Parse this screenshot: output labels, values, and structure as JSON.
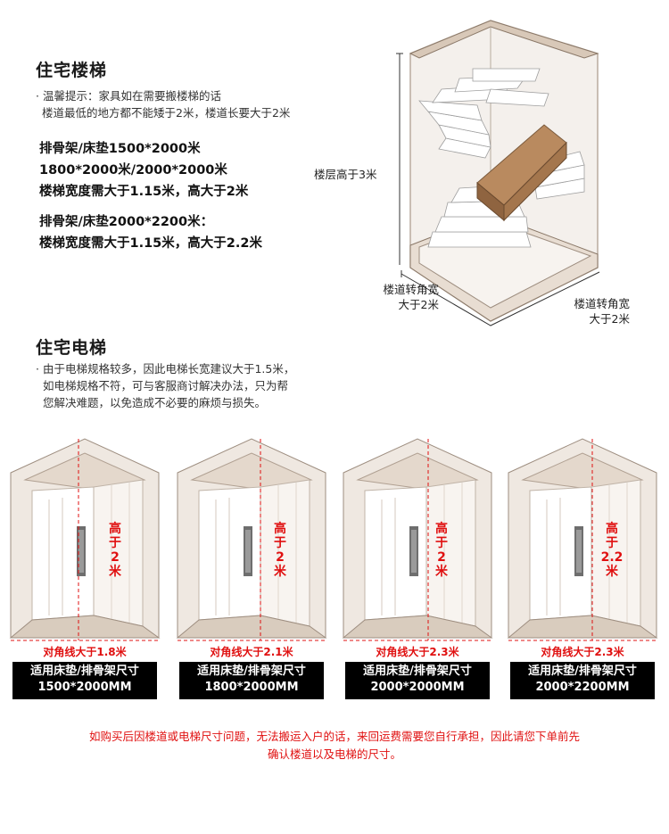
{
  "stairs": {
    "title": "住宅楼梯",
    "tip_line1": "· 温馨提示：家具如在需要搬楼梯的话",
    "tip_line2": "楼道最低的地方都不能矮于2米，楼道长要大于2米",
    "spec1_line1": "排骨架/床垫1500*2000米",
    "spec1_line2": "1800*2000米/2000*2000米",
    "spec1_line3": "楼梯宽度需大于1.15米，高大于2米",
    "spec2_line1": "排骨架/床垫2000*2200米：",
    "spec2_line2": "楼梯宽度需大于1.15米，高大于2.2米",
    "floor_height": "楼层高于3米",
    "corner_left_1": "楼道转角宽",
    "corner_left_2": "大于2米",
    "corner_right_1": "楼道转角宽",
    "corner_right_2": "大于2米"
  },
  "elevator": {
    "title": "住宅电梯",
    "note_line1": "· 由于电梯规格较多，因此电梯长宽建议大于1.5米，",
    "note_line2": "如电梯规格不符，可与客服商讨解决办法，只为帮",
    "note_line3": "您解决难题，以免造成不必要的麻烦与损失。",
    "spec_title": "适用床垫/排骨架尺寸",
    "cards": [
      {
        "height_chars": [
          "高",
          "于",
          "2",
          "米"
        ],
        "diagonal": "对角线大于1.8米",
        "size": "1500*2000MM"
      },
      {
        "height_chars": [
          "高",
          "于",
          "2",
          "米"
        ],
        "diagonal": "对角线大于2.1米",
        "size": "1800*2000MM"
      },
      {
        "height_chars": [
          "高",
          "于",
          "2",
          "米"
        ],
        "diagonal": "对角线大于2.3米",
        "size": "2000*2000MM"
      },
      {
        "height_chars": [
          "高",
          "于",
          "2.2",
          "米"
        ],
        "diagonal": "对角线大于2.3米",
        "size": "2000*2200MM"
      }
    ]
  },
  "footer": {
    "line1": "如购买后因楼道或电梯尺寸问题，无法搬运入户的话，来回运费需要您自行承担，因此请您下单前先",
    "line2": "确认楼道以及电梯的尺寸。"
  }
}
